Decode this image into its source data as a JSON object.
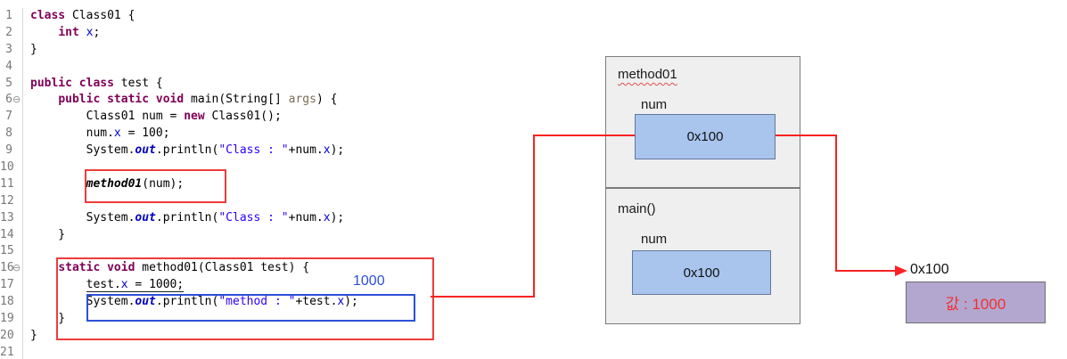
{
  "editor": {
    "fold_glyph": "⊖",
    "lines": [
      {
        "n": "1",
        "tokens": [
          [
            "class",
            "k"
          ],
          [
            " Class01 {",
            "p"
          ]
        ]
      },
      {
        "n": "2",
        "tokens": [
          [
            "    ",
            "p"
          ],
          [
            "int",
            "k"
          ],
          [
            " ",
            "p"
          ],
          [
            "x",
            "f"
          ],
          [
            ";",
            "p"
          ]
        ]
      },
      {
        "n": "3",
        "tokens": [
          [
            "}",
            "p"
          ]
        ]
      },
      {
        "n": "4",
        "tokens": []
      },
      {
        "n": "5",
        "tokens": [
          [
            "public",
            "k"
          ],
          [
            " ",
            "p"
          ],
          [
            "class",
            "k"
          ],
          [
            " test {",
            "p"
          ]
        ]
      },
      {
        "n": "6",
        "fold": true,
        "tokens": [
          [
            "    ",
            "p"
          ],
          [
            "public",
            "k"
          ],
          [
            " ",
            "p"
          ],
          [
            "static",
            "k"
          ],
          [
            " ",
            "p"
          ],
          [
            "void",
            "k"
          ],
          [
            " main(String[] ",
            "p"
          ],
          [
            "args",
            "a"
          ],
          [
            ") {",
            "p"
          ]
        ]
      },
      {
        "n": "7",
        "tokens": [
          [
            "        Class01 num = ",
            "p"
          ],
          [
            "new",
            "k"
          ],
          [
            " Class01();",
            "p"
          ]
        ]
      },
      {
        "n": "8",
        "tokens": [
          [
            "        num.",
            "p"
          ],
          [
            "x",
            "f"
          ],
          [
            " = 100;",
            "p"
          ]
        ]
      },
      {
        "n": "9",
        "tokens": [
          [
            "        System.",
            "p"
          ],
          [
            "out",
            "sf"
          ],
          [
            ".println(",
            "p"
          ],
          [
            "\"Class : \"",
            "s"
          ],
          [
            "+num.",
            "p"
          ],
          [
            "x",
            "f"
          ],
          [
            ");",
            "p"
          ]
        ]
      },
      {
        "n": "10",
        "tokens": []
      },
      {
        "n": "11",
        "tokens": [
          [
            "        ",
            "p"
          ],
          [
            "method01",
            "sm"
          ],
          [
            "(num);",
            "p"
          ]
        ]
      },
      {
        "n": "12",
        "tokens": []
      },
      {
        "n": "13",
        "tokens": [
          [
            "        System.",
            "p"
          ],
          [
            "out",
            "sf"
          ],
          [
            ".println(",
            "p"
          ],
          [
            "\"Class : \"",
            "s"
          ],
          [
            "+num.",
            "p"
          ],
          [
            "x",
            "f"
          ],
          [
            ");",
            "p"
          ]
        ]
      },
      {
        "n": "14",
        "tokens": [
          [
            "    }",
            "p"
          ]
        ]
      },
      {
        "n": "15",
        "tokens": []
      },
      {
        "n": "16",
        "fold": true,
        "tokens": [
          [
            "    ",
            "p"
          ],
          [
            "static",
            "k"
          ],
          [
            " ",
            "p"
          ],
          [
            "void",
            "k"
          ],
          [
            " method01(Class01 test) {",
            "p"
          ]
        ]
      },
      {
        "n": "17",
        "tokens": [
          [
            "        ",
            "p"
          ],
          [
            "test.",
            "p u"
          ],
          [
            "x",
            "f u"
          ],
          [
            " = 1000;",
            "p u"
          ]
        ]
      },
      {
        "n": "18",
        "tokens": [
          [
            "        System.",
            "p"
          ],
          [
            "out",
            "sf"
          ],
          [
            ".println(",
            "p"
          ],
          [
            "\"method : \"",
            "s"
          ],
          [
            "+test.",
            "p"
          ],
          [
            "x",
            "f"
          ],
          [
            ");",
            "p"
          ]
        ]
      },
      {
        "n": "19",
        "tokens": [
          [
            "    }",
            "p"
          ]
        ]
      },
      {
        "n": "20",
        "tokens": [
          [
            "}",
            "p"
          ]
        ]
      },
      {
        "n": "21",
        "tokens": []
      }
    ],
    "annotation_value": "1000"
  },
  "diagram": {
    "stack": {
      "frames": [
        {
          "label": "method01",
          "var_label": "num",
          "slot_value": "0x100"
        },
        {
          "label": "main()",
          "var_label": "num",
          "slot_value": "0x100"
        }
      ]
    },
    "heap": {
      "address_label": "0x100",
      "object_value": "값 : 1000"
    }
  },
  "colors": {
    "keyword_maroon": "#7f0055",
    "string_blue": "#2a00ff",
    "field_blue": "#0000c0",
    "param_brown": "#7e6a55",
    "line_number_gray": "#787878",
    "accent_red": "#ee3b3b",
    "connector_red": "#f92222",
    "annotation_blue": "#2d4fd8",
    "squiggle_red": "#e05050",
    "panel_fill": "#efefef",
    "panel_border": "#7c7c7c",
    "stack_slot_fill": "#a9c5ee",
    "stack_slot_border": "#60789e",
    "heap_fill": "#b3a7d0",
    "heap_border": "#6f6f6f",
    "heap_text": "#f02f2f"
  }
}
